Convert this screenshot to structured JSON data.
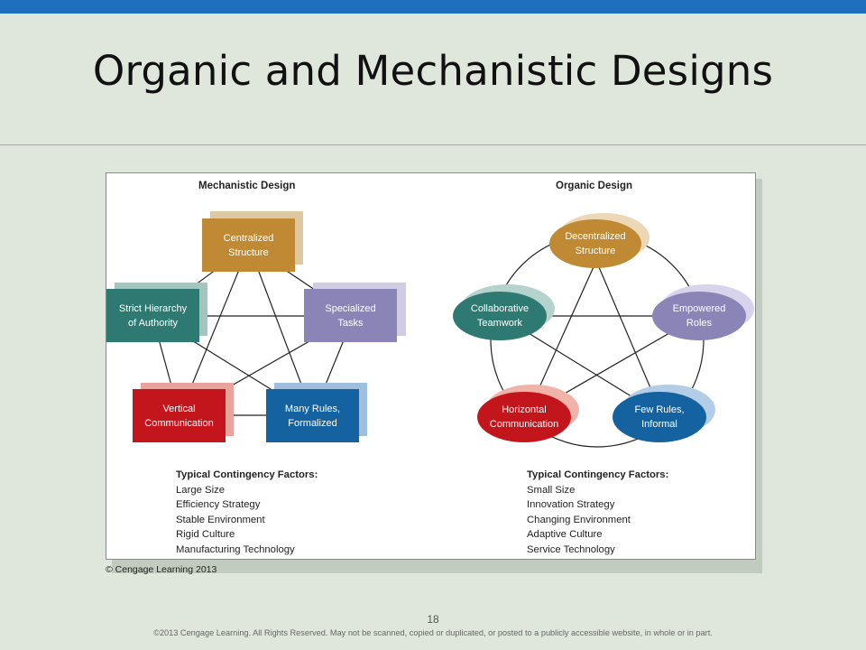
{
  "slide": {
    "title": "Organic and Mechanistic Designs",
    "page_number": "18",
    "footer": "©2013 Cengage Learning. All Rights Reserved. May not be scanned, copied or duplicated, or posted to a publicly accessible website, in whole or in part.",
    "accent_color": "#1f6fbf",
    "background_color": "#dfe7dc"
  },
  "figure": {
    "credit": "© Cengage Learning 2013",
    "mechanistic": {
      "heading": "Mechanistic Design",
      "nodes": {
        "centralized": {
          "label": "Centralized\nStructure",
          "color": "#c08a35",
          "shadow": "#ddc8a3"
        },
        "hierarchy": {
          "label": "Strict Hierarchy\nof Authority",
          "color": "#2e7a72",
          "shadow": "#a3c5c0"
        },
        "specialized": {
          "label": "Specialized\nTasks",
          "color": "#8b84b7",
          "shadow": "#cfcce3"
        },
        "vertical": {
          "label": "Vertical\nCommunication",
          "color": "#c3161c",
          "shadow": "#e9a39c"
        },
        "rules": {
          "label": "Many Rules,\nFormalized",
          "color": "#1462a0",
          "shadow": "#9fbfdc"
        }
      },
      "factors_heading": "Typical Contingency Factors:",
      "factors": [
        "Large Size",
        "Efficiency Strategy",
        "Stable Environment",
        "Rigid Culture",
        "Manufacturing Technology"
      ]
    },
    "organic": {
      "heading": "Organic Design",
      "nodes": {
        "decentralized": {
          "label": "Decentralized\nStructure",
          "color": "#c08a35",
          "shadow": "#ecd8b7"
        },
        "collaborative": {
          "label": "Collaborative\nTeamwork",
          "color": "#2e7a72",
          "shadow": "#b5d2cd"
        },
        "empowered": {
          "label": "Empowered\nRoles",
          "color": "#8b84b7",
          "shadow": "#d6d3ea"
        },
        "horizontal": {
          "label": "Horizontal\nCommunication",
          "color": "#c3161c",
          "shadow": "#f0b3aa"
        },
        "fewrules": {
          "label": "Few Rules,\nInformal",
          "color": "#1462a0",
          "shadow": "#b3cde6"
        }
      },
      "factors_heading": "Typical Contingency Factors:",
      "factors": [
        "Small Size",
        "Innovation Strategy",
        "Changing Environment",
        "Adaptive Culture",
        "Service Technology"
      ]
    }
  }
}
